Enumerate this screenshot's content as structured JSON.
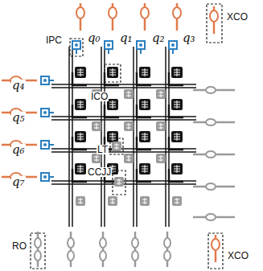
{
  "diagram": {
    "labels": [
      "IPC",
      "q₀",
      "q₁",
      "q₂",
      "q₃",
      "XCO",
      "q₄",
      "ICO",
      "q₅",
      "LT",
      "q₆",
      "CCJJ",
      "q₇",
      "RO",
      "XCO"
    ]
  }
}
